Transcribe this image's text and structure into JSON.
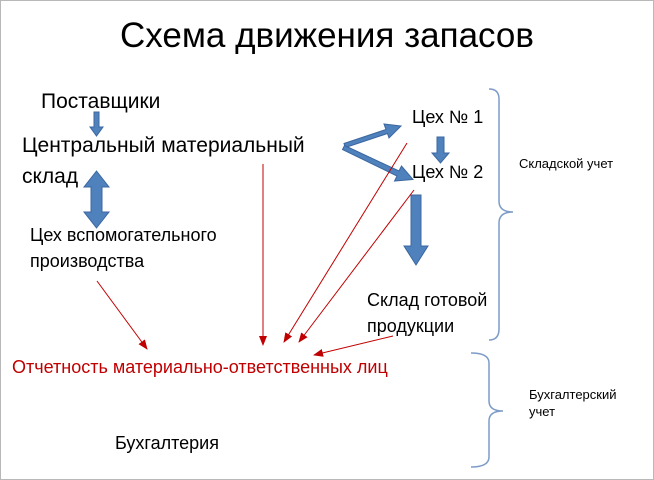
{
  "slide": {
    "title": "Схема движения запасов",
    "nodes": {
      "suppliers": "Поставщики",
      "central_warehouse_line1": "Центральный материальный",
      "central_warehouse_line2": "склад",
      "aux_shop_line1": "Цех вспомогательного",
      "aux_shop_line2": "производства",
      "shop1": "Цех № 1",
      "shop2": "Цех № 2",
      "finished_goods_line1": "Склад готовой",
      "finished_goods_line2": "продукции",
      "reports": "Отчетность материально-ответственных лиц",
      "accounting": "Бухгалтерия"
    },
    "brackets": {
      "warehouse_accounting": "Складской учет",
      "bookkeeping_line1": "Бухгалтерский",
      "bookkeeping_line2": "учет"
    },
    "colors": {
      "block_arrow": "#4f81bd",
      "block_arrow_edge": "#3b67a0",
      "report_arrow": "#c00000",
      "report_text": "#c00000",
      "bracket": "#7d9cc8"
    }
  }
}
